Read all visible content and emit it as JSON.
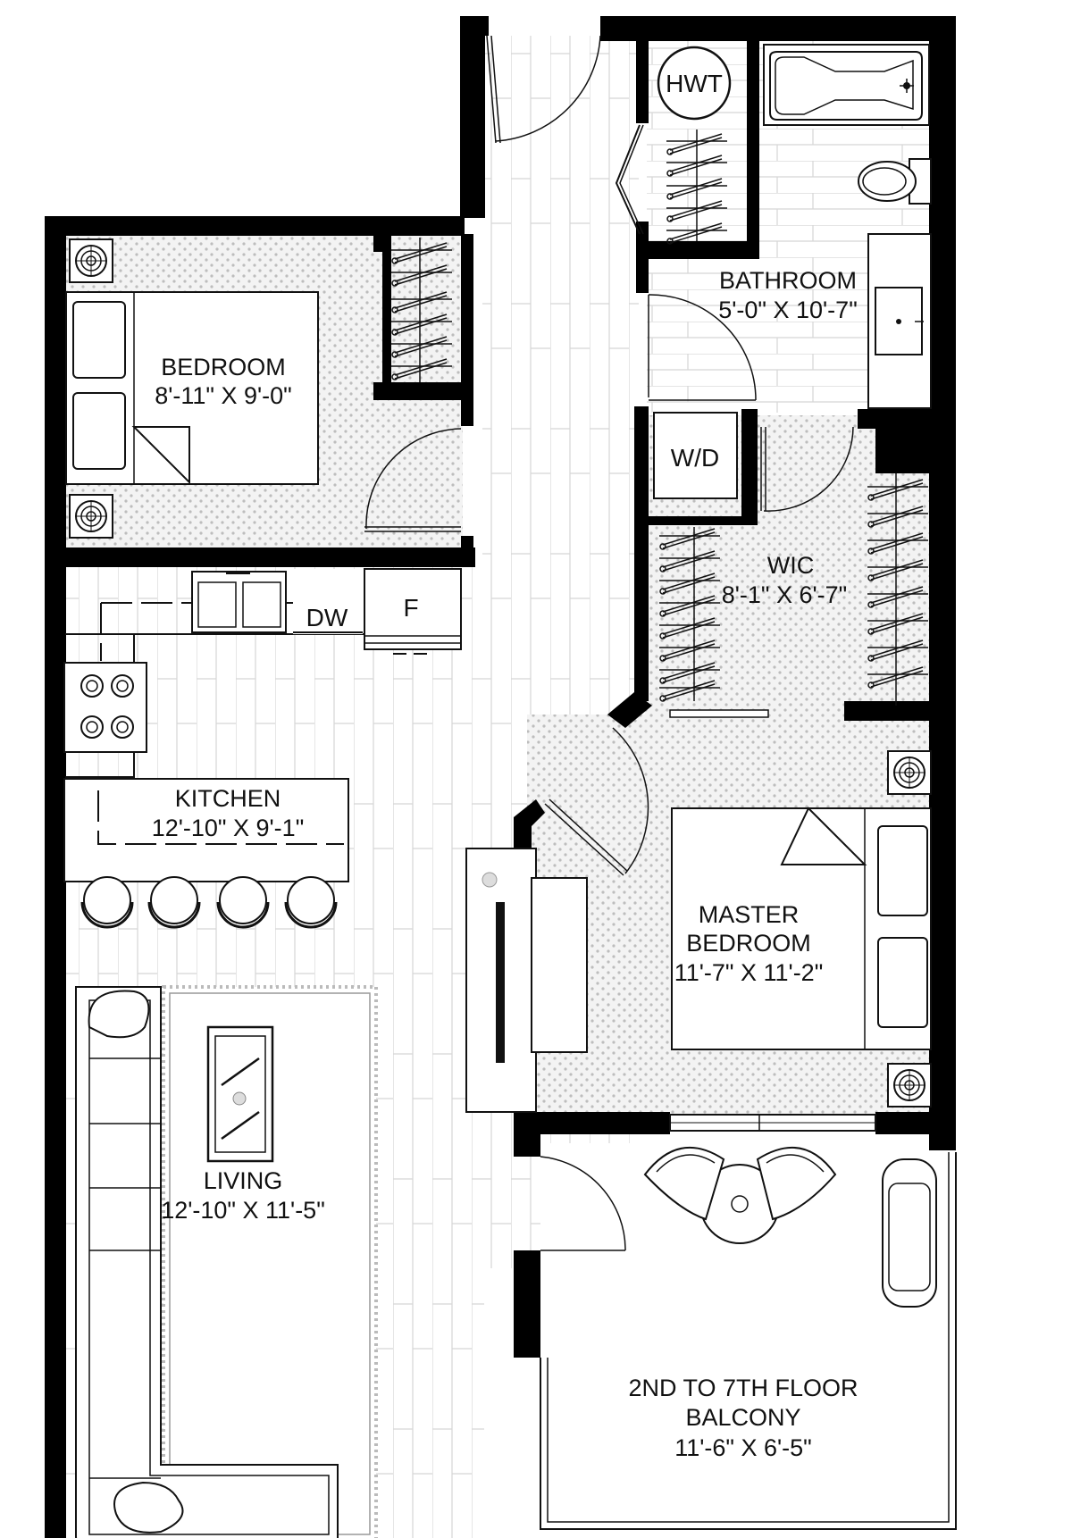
{
  "rooms": {
    "bedroom": {
      "name": "BEDROOM",
      "dims": "8'-11\" X 9'-0\""
    },
    "bathroom": {
      "name": "BATHROOM",
      "dims": "5'-0\" X 10'-7\""
    },
    "wic": {
      "name": "WIC",
      "dims": "8'-1\" X 6'-7\""
    },
    "kitchen": {
      "name": "KITCHEN",
      "dims": "12'-10\" X 9'-1\""
    },
    "master": {
      "name_line1": "MASTER",
      "name_line2": "BEDROOM",
      "dims": "11'-7\" X 11'-2\""
    },
    "living": {
      "name": "LIVING",
      "dims": "12'-10\" X 11'-5\""
    },
    "balcony": {
      "name_line1": "2ND TO 7TH FLOOR",
      "name_line2": "BALCONY",
      "dims": "11'-6\" X 6'-5\""
    }
  },
  "fixtures": {
    "hwt": "HWT",
    "wd": "W/D",
    "dw": "DW",
    "fridge": "F"
  }
}
